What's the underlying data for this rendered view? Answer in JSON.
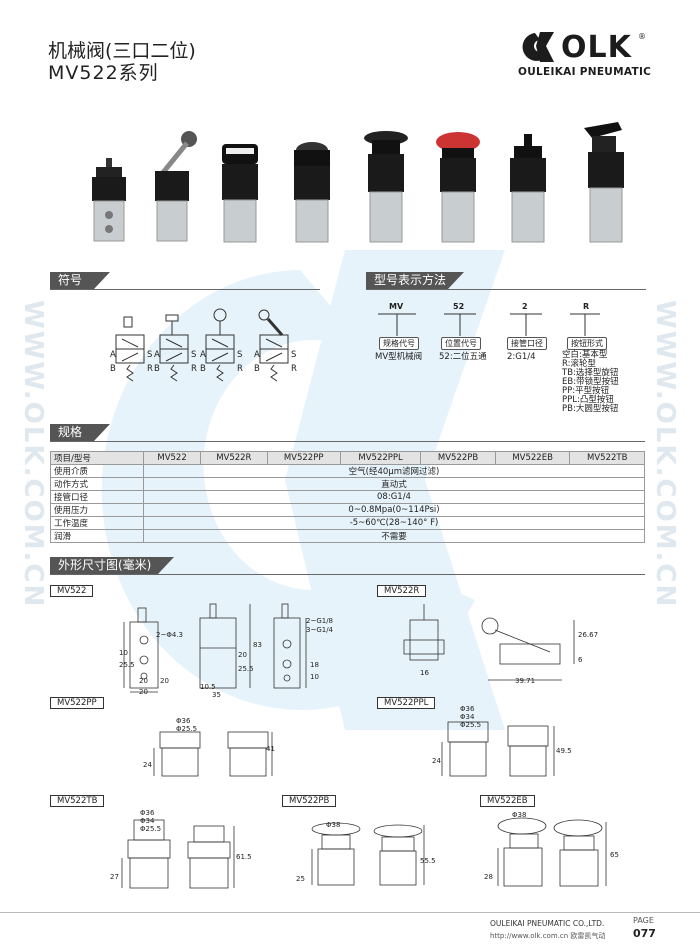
{
  "header": {
    "title_cn": "机械阀(三口二位)",
    "series": "MV522系列",
    "brand": "OLK",
    "brand_sub": "OULEIKAI PNEUMATIC",
    "registered": "®"
  },
  "watermark": {
    "left": "WWW.OLK.COM.CN",
    "right": "WWW.OLK.COM.CN"
  },
  "sections": {
    "symbol": "符号",
    "model_method": "型号表示方法",
    "spec": "规格",
    "dims": "外形尺寸图(毫米)"
  },
  "symbol_ports": {
    "a": "A",
    "b": "B",
    "s": "S",
    "r": "R"
  },
  "model_code": {
    "parts": [
      {
        "code": "MV",
        "label": "规格代号",
        "desc": "MV型机械阀"
      },
      {
        "code": "52",
        "label": "位置代号",
        "desc": "52:二位五通"
      },
      {
        "code": "2",
        "label": "接管口径",
        "desc": "2:G1/4"
      },
      {
        "code": "R",
        "label": "按钮形式",
        "desc": ""
      }
    ],
    "button_types": [
      "空白:基本型",
      "R:滚轮型",
      "TB:选择型旋钮",
      "EB:带锁型按钮",
      "PP:平型按钮",
      "PPL:凸型按钮",
      "PB:大圆型按钮"
    ]
  },
  "spec_table": {
    "header": [
      "项目/型号",
      "MV522",
      "MV522R",
      "MV522PP",
      "MV522PPL",
      "MV522PB",
      "MV522EB",
      "MV522TB"
    ],
    "rows": [
      {
        "item": "使用介质",
        "value": "空气(经40μm滤网过滤)"
      },
      {
        "item": "动作方式",
        "value": "直动式"
      },
      {
        "item": "接管口径",
        "value": "08:G1/4"
      },
      {
        "item": "使用压力",
        "value": "0~0.8Mpa(0~114Psi)"
      },
      {
        "item": "工作温度",
        "value": "-5~60℃(28~140° F)"
      },
      {
        "item": "润滑",
        "value": "不需要"
      }
    ]
  },
  "dim_labels": {
    "mv522": "MV522",
    "mv522r": "MV522R",
    "mv522pp": "MV522PP",
    "mv522ppl": "MV522PPL",
    "mv522tb": "MV522TB",
    "mv522pb": "MV522PB",
    "mv522eb": "MV522EB"
  },
  "dim_notes": {
    "mv522_a": "2~Φ4.3",
    "mv522_b": "2~G1/8",
    "mv522_c": "3~G1/4",
    "mv522_w1": "20",
    "mv522_w2": "20",
    "mv522_w3": "10.5",
    "mv522_w4": "35",
    "mv522_h1": "25.5",
    "mv522_h2": "10",
    "mv522_h3": "20",
    "mv522_h4": "83",
    "mv522_h5": "25.5",
    "mv522_h6": "20",
    "mv522_h7": "18",
    "mv522_h8": "10",
    "mv522r_w": "16",
    "mv522r_w2": "39.71",
    "mv522r_h": "26.67",
    "mv522r_h2": "6",
    "pp_d1": "Φ36",
    "pp_d2": "Φ25.5",
    "pp_h1": "24",
    "pp_h2": "41",
    "ppl_d1": "Φ36",
    "ppl_d2": "Φ34",
    "ppl_d3": "Φ25.5",
    "ppl_h1": "24",
    "ppl_h2": "49.5",
    "tb_d1": "Φ36",
    "tb_d2": "Φ34",
    "tb_d3": "Φ25.5",
    "tb_h1": "27",
    "tb_h2": "61.5",
    "pb_d": "Φ38",
    "pb_h1": "25",
    "pb_h2": "55.5",
    "eb_d": "Φ38",
    "eb_h1": "28",
    "eb_h2": "65"
  },
  "footer": {
    "company": "OULEIKAI PNEUMATIC CO.,LTD.",
    "url": "http://www.olk.com.cn 欧雷凯气动",
    "page_label": "PAGE",
    "page_number": "077"
  }
}
